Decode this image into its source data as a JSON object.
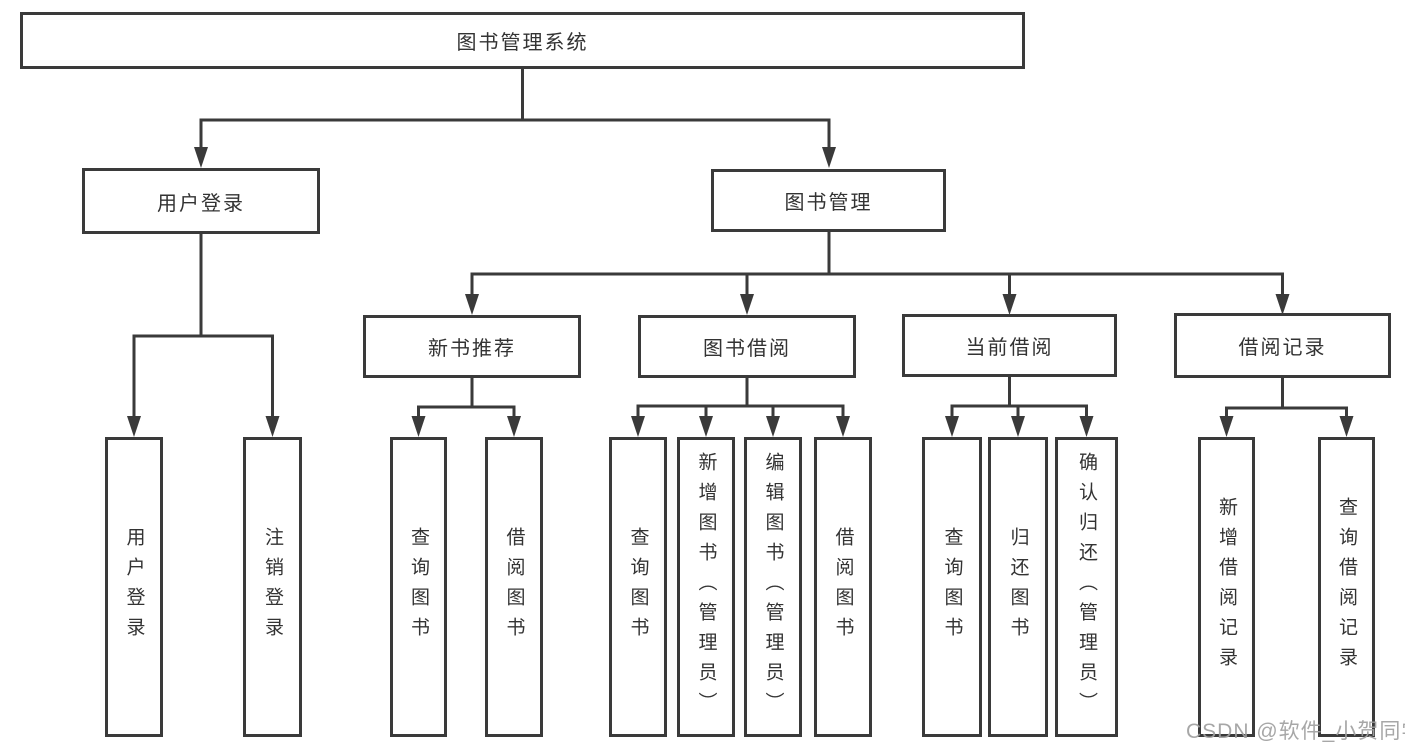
{
  "diagram": {
    "tree": {
      "label": "图书管理系统",
      "children": [
        {
          "label": "用户登录",
          "children": [
            {
              "label": "用户登录"
            },
            {
              "label": "注销登录"
            }
          ]
        },
        {
          "label": "图书管理",
          "children": [
            {
              "label": "新书推荐",
              "children": [
                {
                  "label": "查询图书"
                },
                {
                  "label": "借阅图书"
                }
              ]
            },
            {
              "label": "图书借阅",
              "children": [
                {
                  "label": "查询图书"
                },
                {
                  "label": "新增图书（管理员）"
                },
                {
                  "label": "编辑图书（管理员）"
                },
                {
                  "label": "借阅图书"
                }
              ]
            },
            {
              "label": "当前借阅",
              "children": [
                {
                  "label": "查询图书"
                },
                {
                  "label": "归还图书"
                },
                {
                  "label": "确认归还（管理员）"
                }
              ]
            },
            {
              "label": "借阅记录",
              "children": [
                {
                  "label": "新增借阅记录"
                },
                {
                  "label": "查询借阅记录"
                }
              ]
            }
          ]
        }
      ]
    },
    "colors": {
      "line": "#3a3a3a",
      "text": "#333333",
      "watermark": "#a0a0a0",
      "background": "#ffffff"
    },
    "watermark": "CSDN @软件_小贺同学"
  }
}
